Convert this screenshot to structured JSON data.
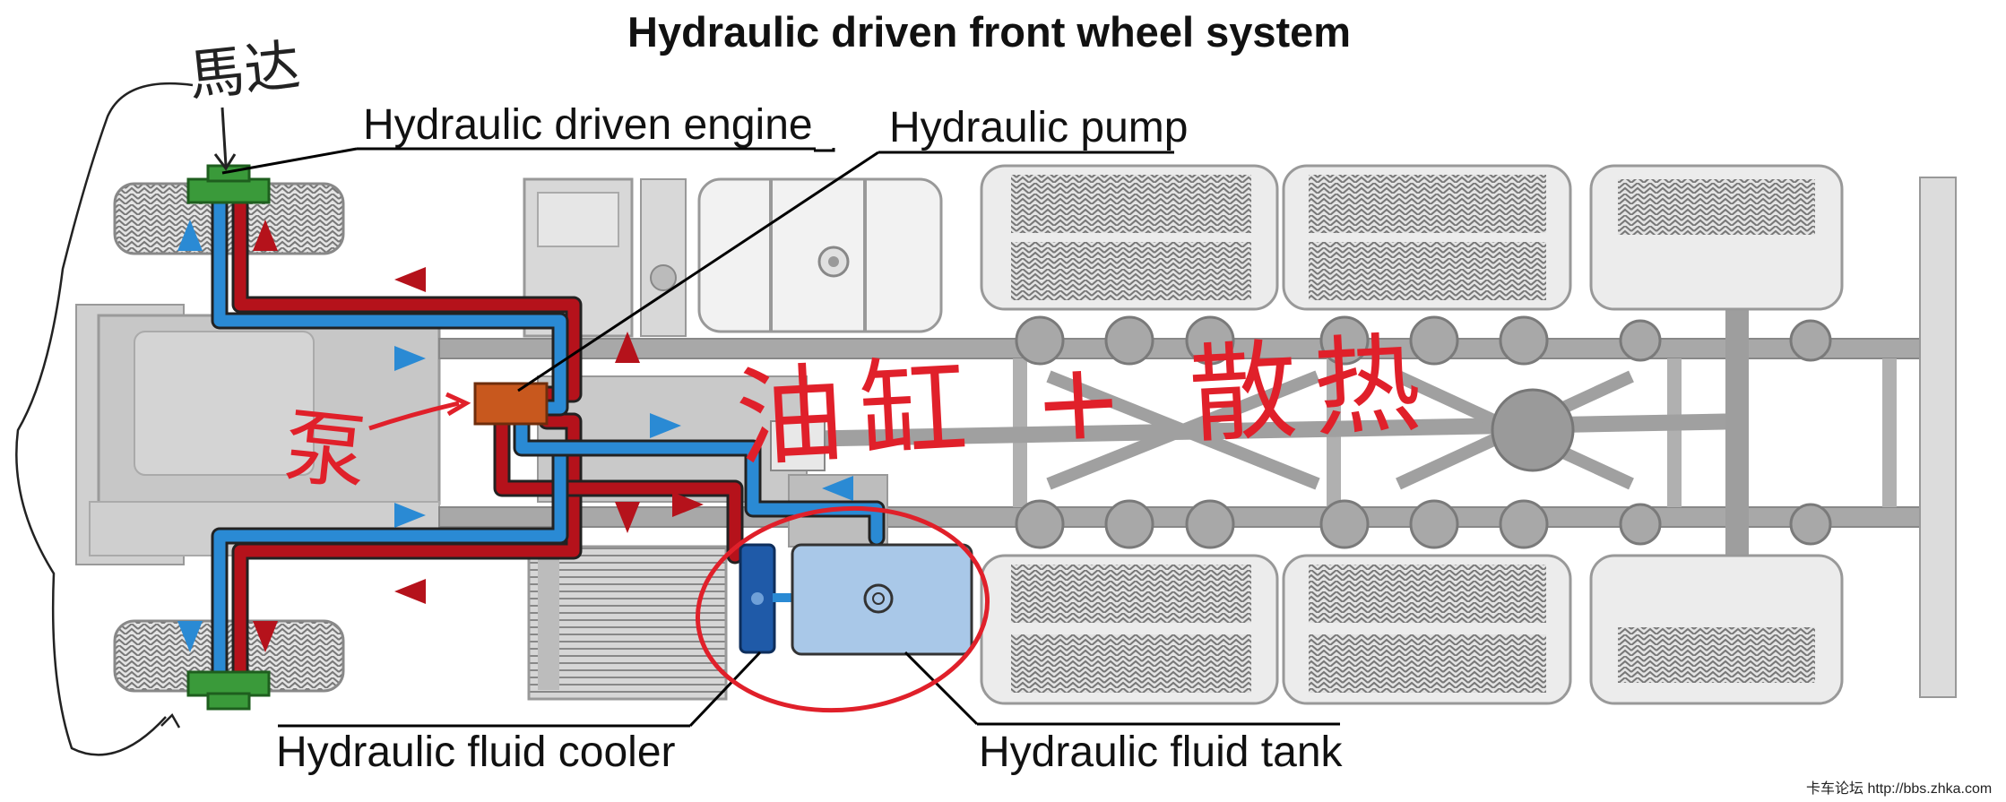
{
  "title": "Hydraulic driven front wheel system",
  "labels": {
    "engine": "Hydraulic driven engine",
    "pump": "Hydraulic pump",
    "cooler": "Hydraulic fluid cooler",
    "tank": "Hydraulic fluid tank"
  },
  "handwritten": {
    "motor": "馬达",
    "pump": "泵",
    "oil_cylinder_cooling": "油缸 + 散热"
  },
  "watermark": "卡车论坛  http://bbs.zhka.com",
  "colors": {
    "pressure_line": "#b5121b",
    "return_line": "#2a8ad4",
    "motor": "#3a9a3a",
    "pump": "#c8581e",
    "tank": "#a9c8e8",
    "cooler": "#1f5aa8",
    "annotation": "#e0202a",
    "chassis": "#b8b8b8"
  }
}
